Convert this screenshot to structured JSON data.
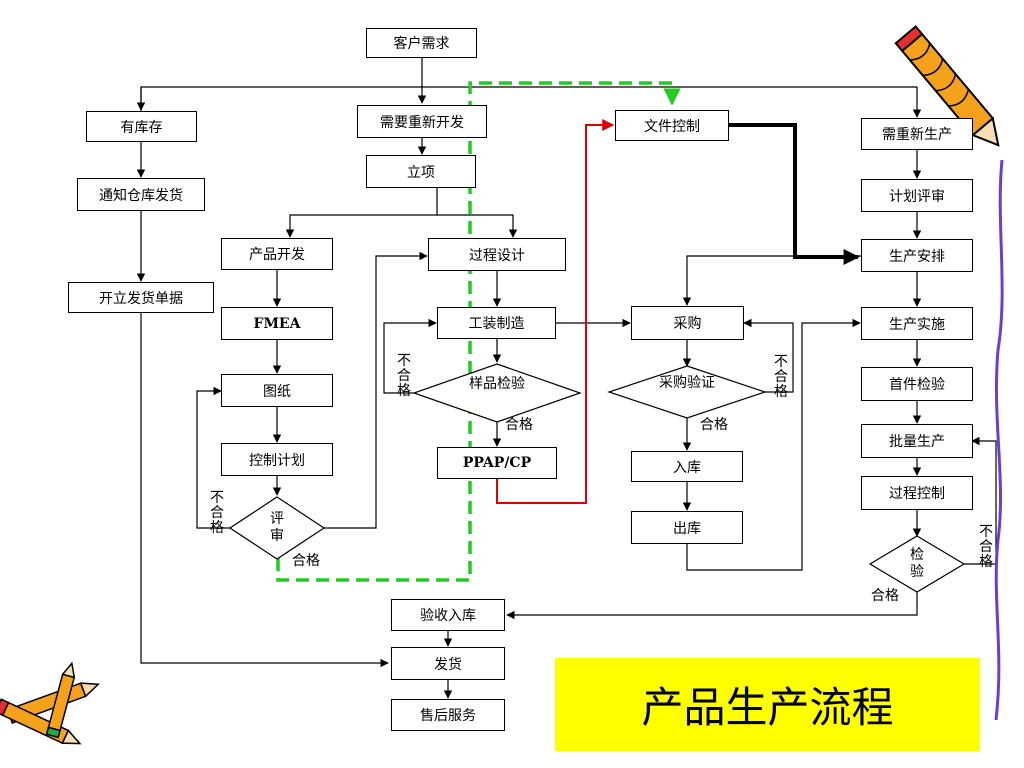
{
  "diagram": {
    "nodes": {
      "customer_demand": "客户需求",
      "in_stock": "有库存",
      "notify_warehouse": "通知仓库发货",
      "issue_delivery_note": "开立发货单据",
      "need_redevelop": "需要重新开发",
      "project_setup": "立项",
      "product_development": "产品开发",
      "fmea": "FMEA",
      "drawings": "图纸",
      "control_plan": "控制计划",
      "review": "评审",
      "process_design": "过程设计",
      "tooling": "工装制造",
      "sample_inspection": "样品检验",
      "ppap_cp": "PPAP/CP",
      "document_control": "文件控制",
      "purchasing": "采购",
      "purchase_verification": "采购验证",
      "warehouse_in": "入库",
      "warehouse_out": "出库",
      "need_reproduction": "需重新生产",
      "plan_review": "计划评审",
      "production_schedule": "生产安排",
      "production_execution": "生产实施",
      "first_article_inspection": "首件检验",
      "mass_production": "批量生产",
      "process_control": "过程控制",
      "inspection": "检验",
      "acceptance_storage": "验收入库",
      "shipment": "发货",
      "after_sales": "售后服务"
    },
    "edge_labels": {
      "pass": "合格",
      "fail": "不合格"
    },
    "title": "产品生产流程"
  }
}
